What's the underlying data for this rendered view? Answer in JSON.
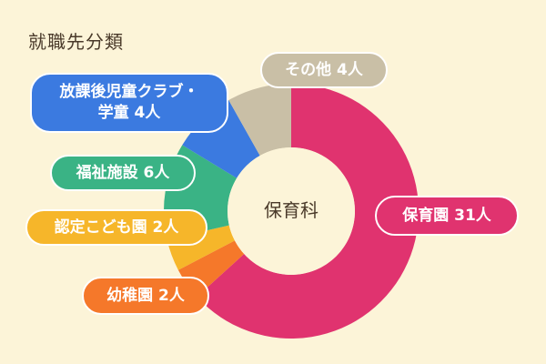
{
  "title": "就職先分類",
  "chart_data": {
    "type": "pie",
    "center_label": "保育科",
    "unit": "人",
    "colors": {
      "保育園": "#e0336f",
      "幼稚園": "#f5782a",
      "認定こども園": "#f6b62a",
      "福祉施設": "#3ab385",
      "放課後児童クラブ・学童": "#3b7ae0",
      "その他": "#c9bfa6"
    },
    "slices": [
      {
        "name": "保育園",
        "value": 31,
        "label": "保育園 31人"
      },
      {
        "name": "幼稚園",
        "value": 2,
        "label": "幼稚園 2人"
      },
      {
        "name": "認定こども園",
        "value": 2,
        "label": "認定こども園 2人"
      },
      {
        "name": "福祉施設",
        "value": 6,
        "label": "福祉施設 6人"
      },
      {
        "name": "放課後児童クラブ・学童",
        "value": 4,
        "label_lines": [
          "放課後児童クラブ・",
          "学童 4人"
        ]
      },
      {
        "name": "その他",
        "value": 4,
        "label": "その他 4人"
      }
    ]
  }
}
